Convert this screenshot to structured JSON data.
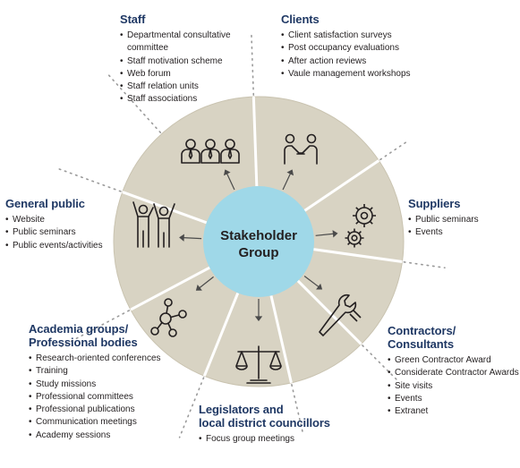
{
  "center": {
    "line1": "Stakeholder",
    "line2": "Group"
  },
  "groups": {
    "staff": {
      "title_lines": [
        "Staff"
      ],
      "items": [
        "Departmental consultative committee",
        "Staff motivation scheme",
        "Web forum",
        "Staff relation units",
        "Staff associations"
      ]
    },
    "clients": {
      "title_lines": [
        "Clients"
      ],
      "items": [
        "Client satisfaction surveys",
        "Post occupancy evaluations",
        "After action reviews",
        "Vaule management workshops"
      ]
    },
    "suppliers": {
      "title_lines": [
        "Suppliers"
      ],
      "items": [
        "Public seminars",
        "Events"
      ]
    },
    "contractors": {
      "title_lines": [
        "Contractors/",
        "Consultants"
      ],
      "items": [
        "Green Contractor Award",
        "Considerate Contractor Awards",
        "Site visits",
        "Events",
        "Extranet"
      ]
    },
    "legislators": {
      "title_lines": [
        "Legislators and",
        "local district councillors"
      ],
      "items": [
        "Focus group meetings"
      ]
    },
    "academia": {
      "title_lines": [
        "Academia groups/",
        "Professional bodies"
      ],
      "items": [
        "Research-oriented conferences",
        "Training",
        "Study missions",
        "Professional committees",
        "Professional publications",
        "Communication meetings",
        "Academy sessions"
      ]
    },
    "general_public": {
      "title_lines": [
        "General public"
      ],
      "items": [
        "Website",
        "Public seminars",
        "Public events/activities"
      ]
    }
  },
  "icons": [
    "staff-people-icon",
    "handshake-icon",
    "gears-icon",
    "wrench-icon",
    "scales-icon",
    "molecule-network-icon",
    "cheering-people-icon"
  ],
  "colors": {
    "title": "#1f3864",
    "ring_fill": "#d8d3c3",
    "ring_border": "#c9c3b0",
    "divider": "#ffffff",
    "center_fill": "#9fd8e8",
    "dotted_line": "#9a9a9a",
    "arrow": "#4a4a4a"
  }
}
